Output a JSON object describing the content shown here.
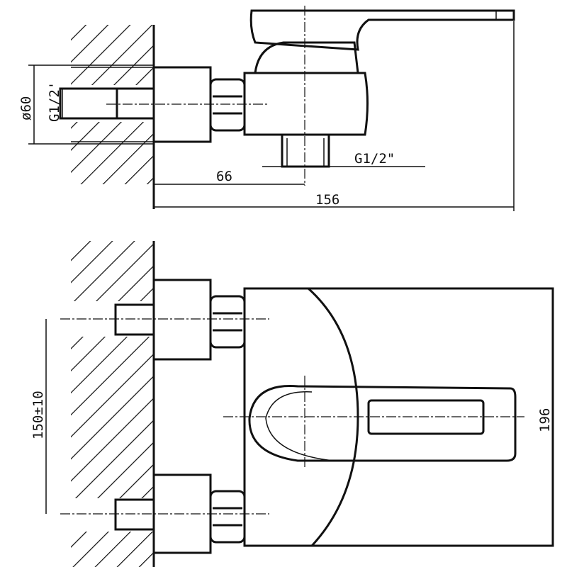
{
  "top_view": {
    "diameter_label": "ø60",
    "inlet_thread_label": "G1/2'",
    "outlet_thread_label": "G1/2\"",
    "depth_label": "66",
    "length_label": "156"
  },
  "front_view": {
    "spacing_label": "150±10",
    "height_label": "196"
  }
}
